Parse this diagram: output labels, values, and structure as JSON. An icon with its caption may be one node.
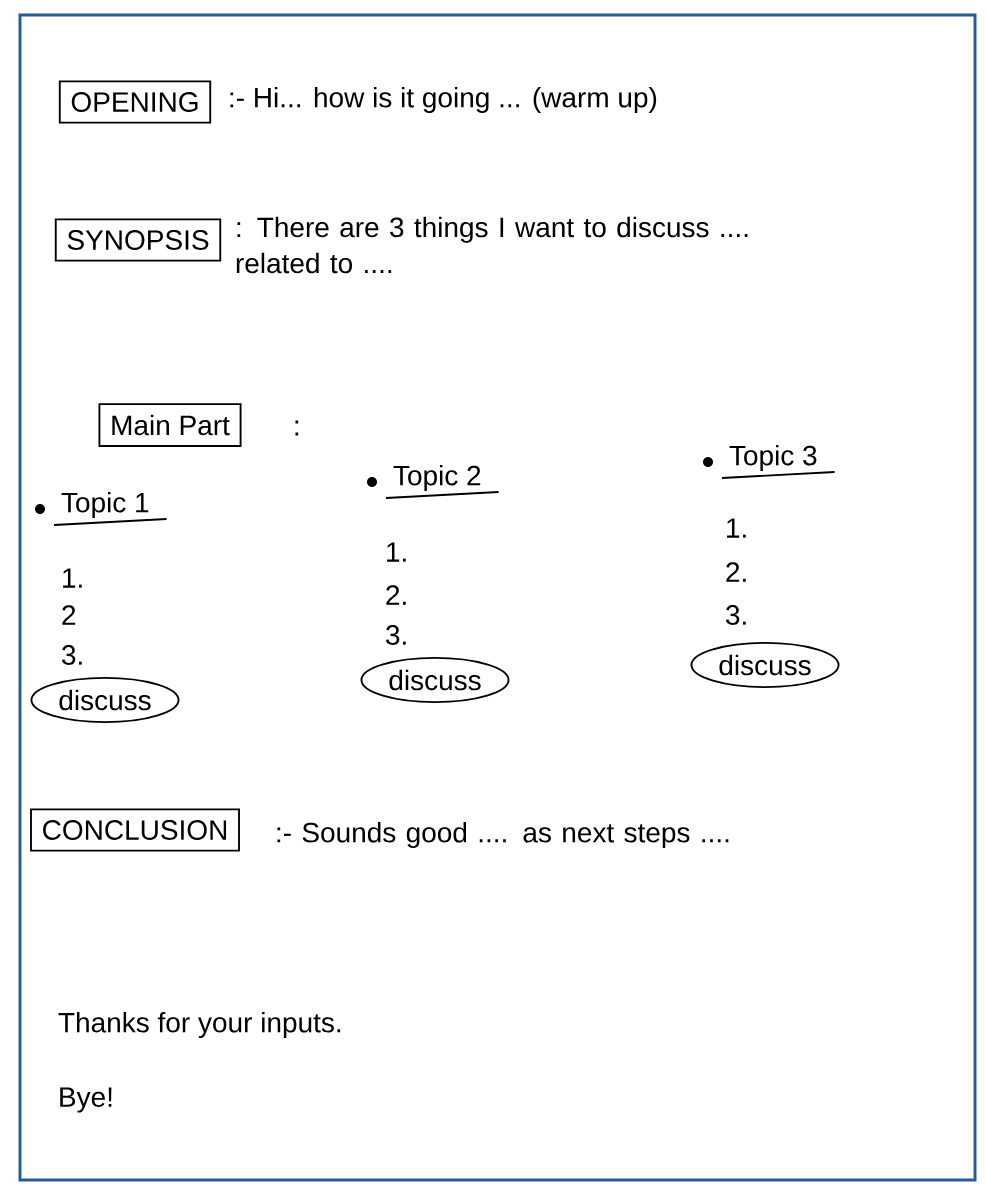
{
  "diagram": {
    "nodes": [
      {
        "text": [
          "OPENING"
        ]
      },
      {
        "text": [
          "SYNOPSIS"
        ]
      },
      {
        "text": [
          "Main Part"
        ]
      },
      {
        "text": [
          "discuss"
        ]
      },
      {
        "text": [
          "discuss"
        ]
      },
      {
        "text": [
          "discuss"
        ]
      },
      {
        "text": [
          "CONCLUSION"
        ]
      }
    ],
    "edges": [],
    "labels": [
      ":- Hi... how is it going ... (warm up)",
      ": There are 3 things I want to discuss .... related to ....",
      ":",
      "Topic 1",
      "Topic 2",
      "Topic 3",
      "1.",
      "2",
      "3.",
      "1.",
      "2.",
      "3.",
      "1.",
      "2.",
      "3.",
      ":- Sounds good .... as next steps ....",
      "Thanks for your inputs.",
      "Bye!"
    ]
  }
}
